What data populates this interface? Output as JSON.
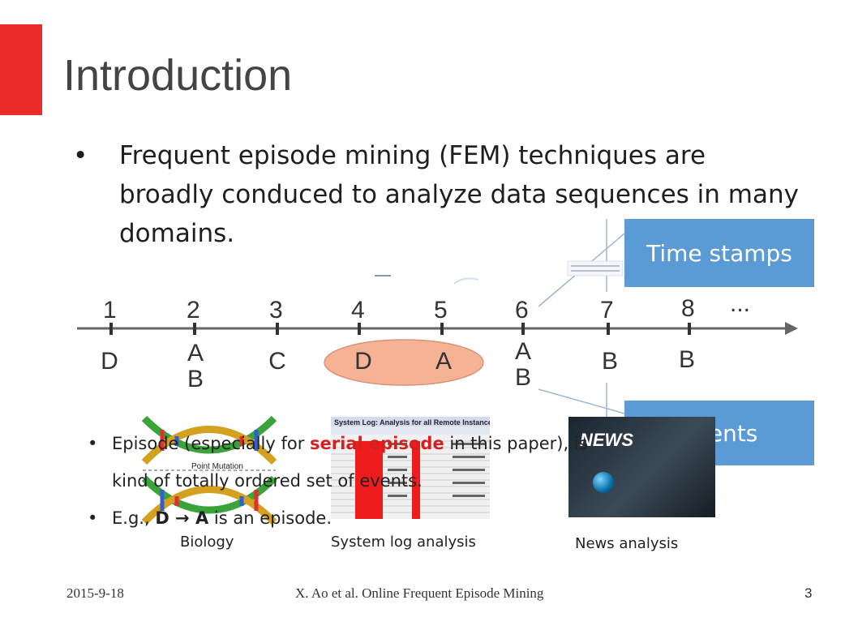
{
  "slide": {
    "title": "Introduction",
    "main_bullet": "Frequent episode mining (FEM) techniques are broadly conduced to analyze data sequences in many domains.",
    "sub_bullet_1": {
      "part1": "Episode (especially for ",
      "highlight": "serial episode",
      "part2": " in this paper), is kind of totally ordered set of events."
    },
    "sub_bullet_2": {
      "part1": "E.g., ",
      "highlight": "D → A",
      "part2": " is an episode."
    }
  },
  "timeline": {
    "numbers": [
      "1",
      "2",
      "3",
      "4",
      "5",
      "6",
      "7",
      "8",
      "..."
    ],
    "events": [
      "D",
      "A\nB",
      "C",
      "D",
      "A",
      "A\nB",
      "B",
      "B"
    ],
    "highlight": "serial episode D → A"
  },
  "callouts": {
    "time_stamps": "Time stamps",
    "events": "Events"
  },
  "images": {
    "biology_caption": "Biology",
    "syslog_caption": "System log analysis",
    "syslog_title": "System Log: Analysis for all Remote Instances",
    "news_caption": "News analysis",
    "news_logo": "NEWS",
    "dna_label": "Point Mutation"
  },
  "footer": {
    "date": "2015-9-18",
    "citation": "X. Ao et al. Online Frequent Episode Mining",
    "page": "3"
  },
  "colors": {
    "accent": "#ee2b2b",
    "callout": "#5b9bd5",
    "highlight_text": "#d62020",
    "ellipse_fill": "#f4a582"
  }
}
